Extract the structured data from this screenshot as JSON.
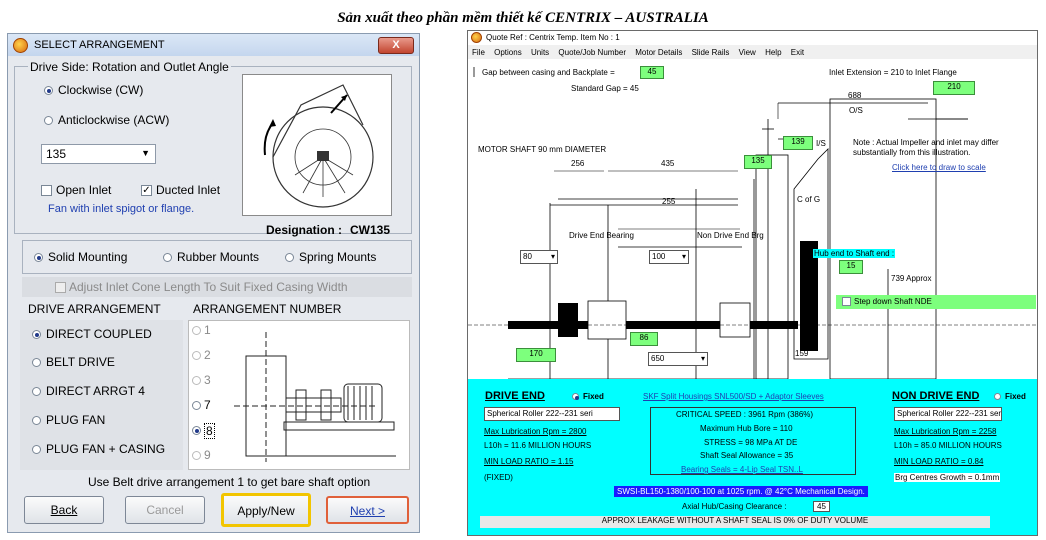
{
  "caption": "Sản xuất theo phần mềm thiết kế CENTRIX – AUSTRALIA",
  "dialog": {
    "title": "SELECT ARRANGEMENT",
    "close_label": "X",
    "drive_side_label": "Drive Side: Rotation and Outlet Angle",
    "clockwise": "Clockwise (CW)",
    "anticlockwise": "Anticlockwise (ACW)",
    "angle_value": "135",
    "open_inlet": "Open Inlet",
    "ducted_inlet": "Ducted Inlet",
    "inlet_note": "Fan with inlet spigot or flange.",
    "designation_label": "Designation :",
    "designation_value": "CW135",
    "mount_solid": "Solid Mounting",
    "mount_rubber": "Rubber Mounts",
    "mount_spring": "Spring Mounts",
    "adjust_inlet": "Adjust Inlet Cone Length To Suit Fixed Casing Width",
    "drive_arrangement_label": "DRIVE ARRANGEMENT",
    "arrangement_number_label": "ARRANGEMENT NUMBER",
    "drive_options": [
      "DIRECT COUPLED",
      "BELT DRIVE",
      "DIRECT ARRGT 4",
      "PLUG FAN",
      "PLUG FAN + CASING"
    ],
    "arrangement_numbers": [
      "1",
      "2",
      "3",
      "7",
      "8",
      "9"
    ],
    "belt_note": "Use Belt drive arrangement 1 to get bare shaft option",
    "btn_back": "Back",
    "btn_cancel": "Cancel",
    "btn_apply": "Apply/New",
    "btn_next": "Next >"
  },
  "quote": {
    "title": "Quote Ref : Centrix Temp. Item No : 1",
    "menu": [
      "File",
      "Options",
      "Units",
      "Quote/Job Number",
      "Motor Details",
      "Slide Rails",
      "View",
      "Help",
      "Exit"
    ],
    "gap_label": "Gap between casing and Backplate =",
    "gap_value": "45",
    "standard_gap": "Standard Gap = 45",
    "inlet_ext": "Inlet Extension = 210 to Inlet Flange",
    "inlet_ext_value": "210",
    "dim_688": "688",
    "os_label": "O/S",
    "motor_shaft": "MOTOR SHAFT 90 mm DIAMETER",
    "dim_139": "139",
    "is_label": "I/S",
    "note": "Note : Actual Impeller and inlet may differ substantially from this illustration.",
    "draw_link": "Click here to draw to scale",
    "dim_256": "256",
    "dim_435": "435",
    "dim_135": "135",
    "cofg": "C of G",
    "dim_255": "255",
    "drive_end_bearing": "Drive End Bearing",
    "non_drive_end_brg": "Non Drive End Brg",
    "sel_80": "80",
    "sel_100": "100",
    "hub_label": "Hub end to Shaft end :",
    "hub_value": "15",
    "approx": "739 Approx",
    "step_down": "Step down Shaft NDE",
    "dim_86": "86",
    "dim_170": "170",
    "dim_650": "650",
    "dim_159": "159",
    "drive_end": "DRIVE END",
    "fixed": "Fixed",
    "skf_link": "SKF Split Housings SNL500/SD + Adaptor Sleeves",
    "non_drive_end": "NON DRIVE END",
    "fixed2": "Fixed",
    "left_bearing": "Spherical Roller 222--231 seri",
    "right_bearing": "Spherical Roller 222--231 seri",
    "critical_speed": "CRITICAL SPEED : 3961 Rpm (386%)",
    "max_hub_bore": "Maximum Hub Bore = 110",
    "stress": "STRESS = 98 MPa AT DE",
    "seal_allowance": "Shaft Seal Allowance = 35",
    "bearing_seals": "Bearing Seals = 4-Lip Seal TSN..L",
    "left_max_lub": "Max Lubrication Rpm = 2800",
    "left_l10h": "L10h = 11.6 MILLION HOURS",
    "left_min_load": "MIN LOAD RATIO = 1.15",
    "left_fixed": "(FIXED)",
    "right_max_lub": "Max Lubrication Rpm = 2258",
    "right_l10h": "L10h = 85.0 MILLION HOURS",
    "right_min_load": "MIN LOAD RATIO = 0.84",
    "brg_growth": "Brg Centres Growth = 0.1mm",
    "swsi": "SWSI-BL150-1380/100-100 at 1025 rpm.  @ 42°C Mechanical Design.",
    "axial_label": "Axial Hub/Casing Clearance :",
    "axial_value": "45",
    "leakage": "APPROX LEAKAGE WITHOUT A SHAFT SEAL IS 0% OF DUTY VOLUME"
  }
}
